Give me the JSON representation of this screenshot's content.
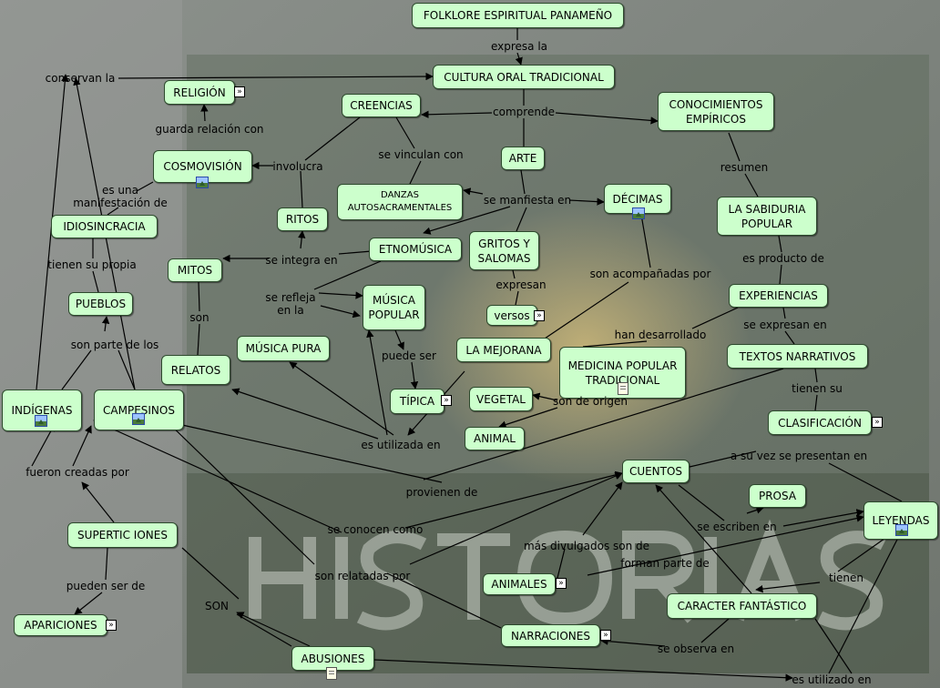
{
  "nodes": {
    "folklore": "FOLKLORE ESPIRITUAL PANAMEÑO",
    "cultura_oral": "CULTURA ORAL TRADICIONAL",
    "religion": "RELIGIÓN",
    "creencias": "CREENCIAS",
    "conocimientos": "CONOCIMIENTOS\nEMPÍRICOS",
    "cosmovision": "COSMOVISIÓN",
    "arte": "ARTE",
    "danzas": "DANZAS\nAUTOSACRAMENTALES",
    "decimas": "DÉCIMAS",
    "sabiduria": "LA SABIDURIA\nPOPULAR",
    "idiosincracia": "IDIOSINCRACIA",
    "ritos": "RITOS",
    "etnomusica": "ETNOMÚSICA",
    "gritos": "GRITOS Y\nSALOMAS",
    "mitos": "MITOS",
    "experiencias": "EXPERIENCIAS",
    "pueblos": "PUEBLOS",
    "musica_popular": "MÚSICA\nPOPULAR",
    "versos": "versos",
    "musica_pura": "MÚSICA PURA",
    "mejorana": "LA MEJORANA",
    "medicina": "MEDICINA POPULAR\nTRADICIONAL",
    "textos": "TEXTOS NARRATIVOS",
    "relatos": "RELATOS",
    "indigenas": "INDÍGENAS",
    "campesinos": "CAMPESINOS",
    "tipica": "TÍPICA",
    "vegetal": "VEGETAL",
    "clasificacion": "CLASIFICACIÓN",
    "animal": "ANIMAL",
    "cuentos": "CUENTOS",
    "prosa": "PROSA",
    "leyendas": "LEYENDAS",
    "supersticiones": "SUPERTIC IONES",
    "animales": "ANIMALES",
    "caracter": "CARACTER FANTÁSTICO",
    "apariciones": "APARICIONES",
    "narraciones": "NARRACIONES",
    "abusiones": "ABUSIONES"
  },
  "links": {
    "expresa_la": "expresa la",
    "conservan_la": "conservan la",
    "comprende": "comprende",
    "guarda_relacion": "guarda relación con",
    "involucra": "involucra",
    "se_vinculan": "se vinculan con",
    "resumen": "resumen",
    "es_una_manifestacion": "es una\nmanifestación de",
    "se_manifiesta": "se manfiesta en",
    "tienen_su_propia": "tienen su propia",
    "se_integra": "se integra en",
    "es_producto": "es producto de",
    "son_acompanadas": "son acompañadas por",
    "expresan": "expresan",
    "se_refleja": "se refleja\nen la",
    "son": "son",
    "son_parte": "son parte de los",
    "han_desarrollado": "han desarrollado",
    "se_expresan": "se expresan en",
    "puede_ser": "puede ser",
    "tienen_su": "tienen su",
    "son_de_origen": "son de origen",
    "es_utilizada": "es utilizada en",
    "fueron_creadas": "fueron creadas por",
    "a_su_vez": "a su vez se presentan en",
    "provienen_de": "provienen de",
    "se_conocen": "se conocen como",
    "se_escriben": "se escriben en",
    "mas_divulgados": "más divulgados son de",
    "pueden_ser_de": "pueden ser de",
    "son_relatadas": "son relatadas por",
    "forman_parte": "forman parte de",
    "tienen": "tienen",
    "SON": "SON",
    "se_observa": "se observa en",
    "es_utilizado": "es utilizado en"
  },
  "colors": {
    "node_fill": "#ccffcc",
    "node_border": "#2d4a2d",
    "line": "#000000",
    "background": "#8a8f8a"
  },
  "icons": {
    "more": "double-chevron-right-icon",
    "image": "image-icon",
    "document": "document-icon"
  }
}
